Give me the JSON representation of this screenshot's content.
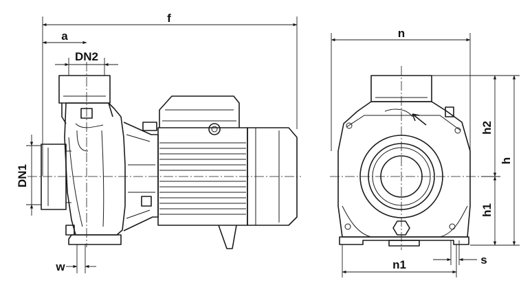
{
  "labels": {
    "f": "f",
    "a": "a",
    "dn2": "DN2",
    "dn1": "DN1",
    "w": "w",
    "n": "n",
    "n1": "n1",
    "s": "s",
    "h": "h",
    "h1": "h1",
    "h2": "h2"
  },
  "colors": {
    "ink": "#1a1a1a",
    "background": "#ffffff"
  }
}
